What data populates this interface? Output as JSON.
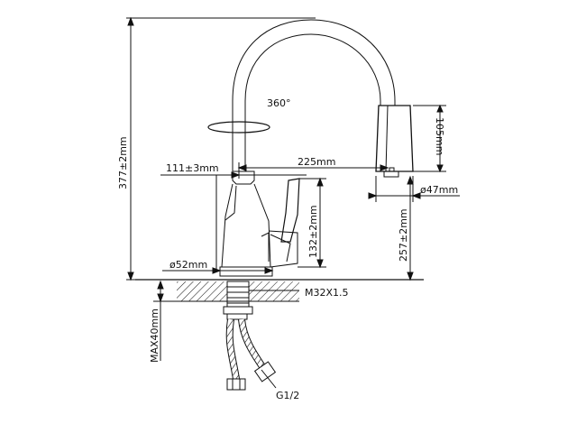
{
  "drawing": {
    "ink_color": "#111111",
    "dimensions": {
      "total_height": "377±2mm",
      "rotation": "360°",
      "spout_head_height": "105mm",
      "reach": "225mm",
      "handle_offset": "111±3mm",
      "head_diameter": "ø47mm",
      "body_height": "132±2mm",
      "outlet_height": "257±2mm",
      "base_diameter": "ø52mm",
      "thread": "M32X1.5",
      "max_counter_thickness": "MAX40mm",
      "hose_connection": "G1/2"
    }
  }
}
